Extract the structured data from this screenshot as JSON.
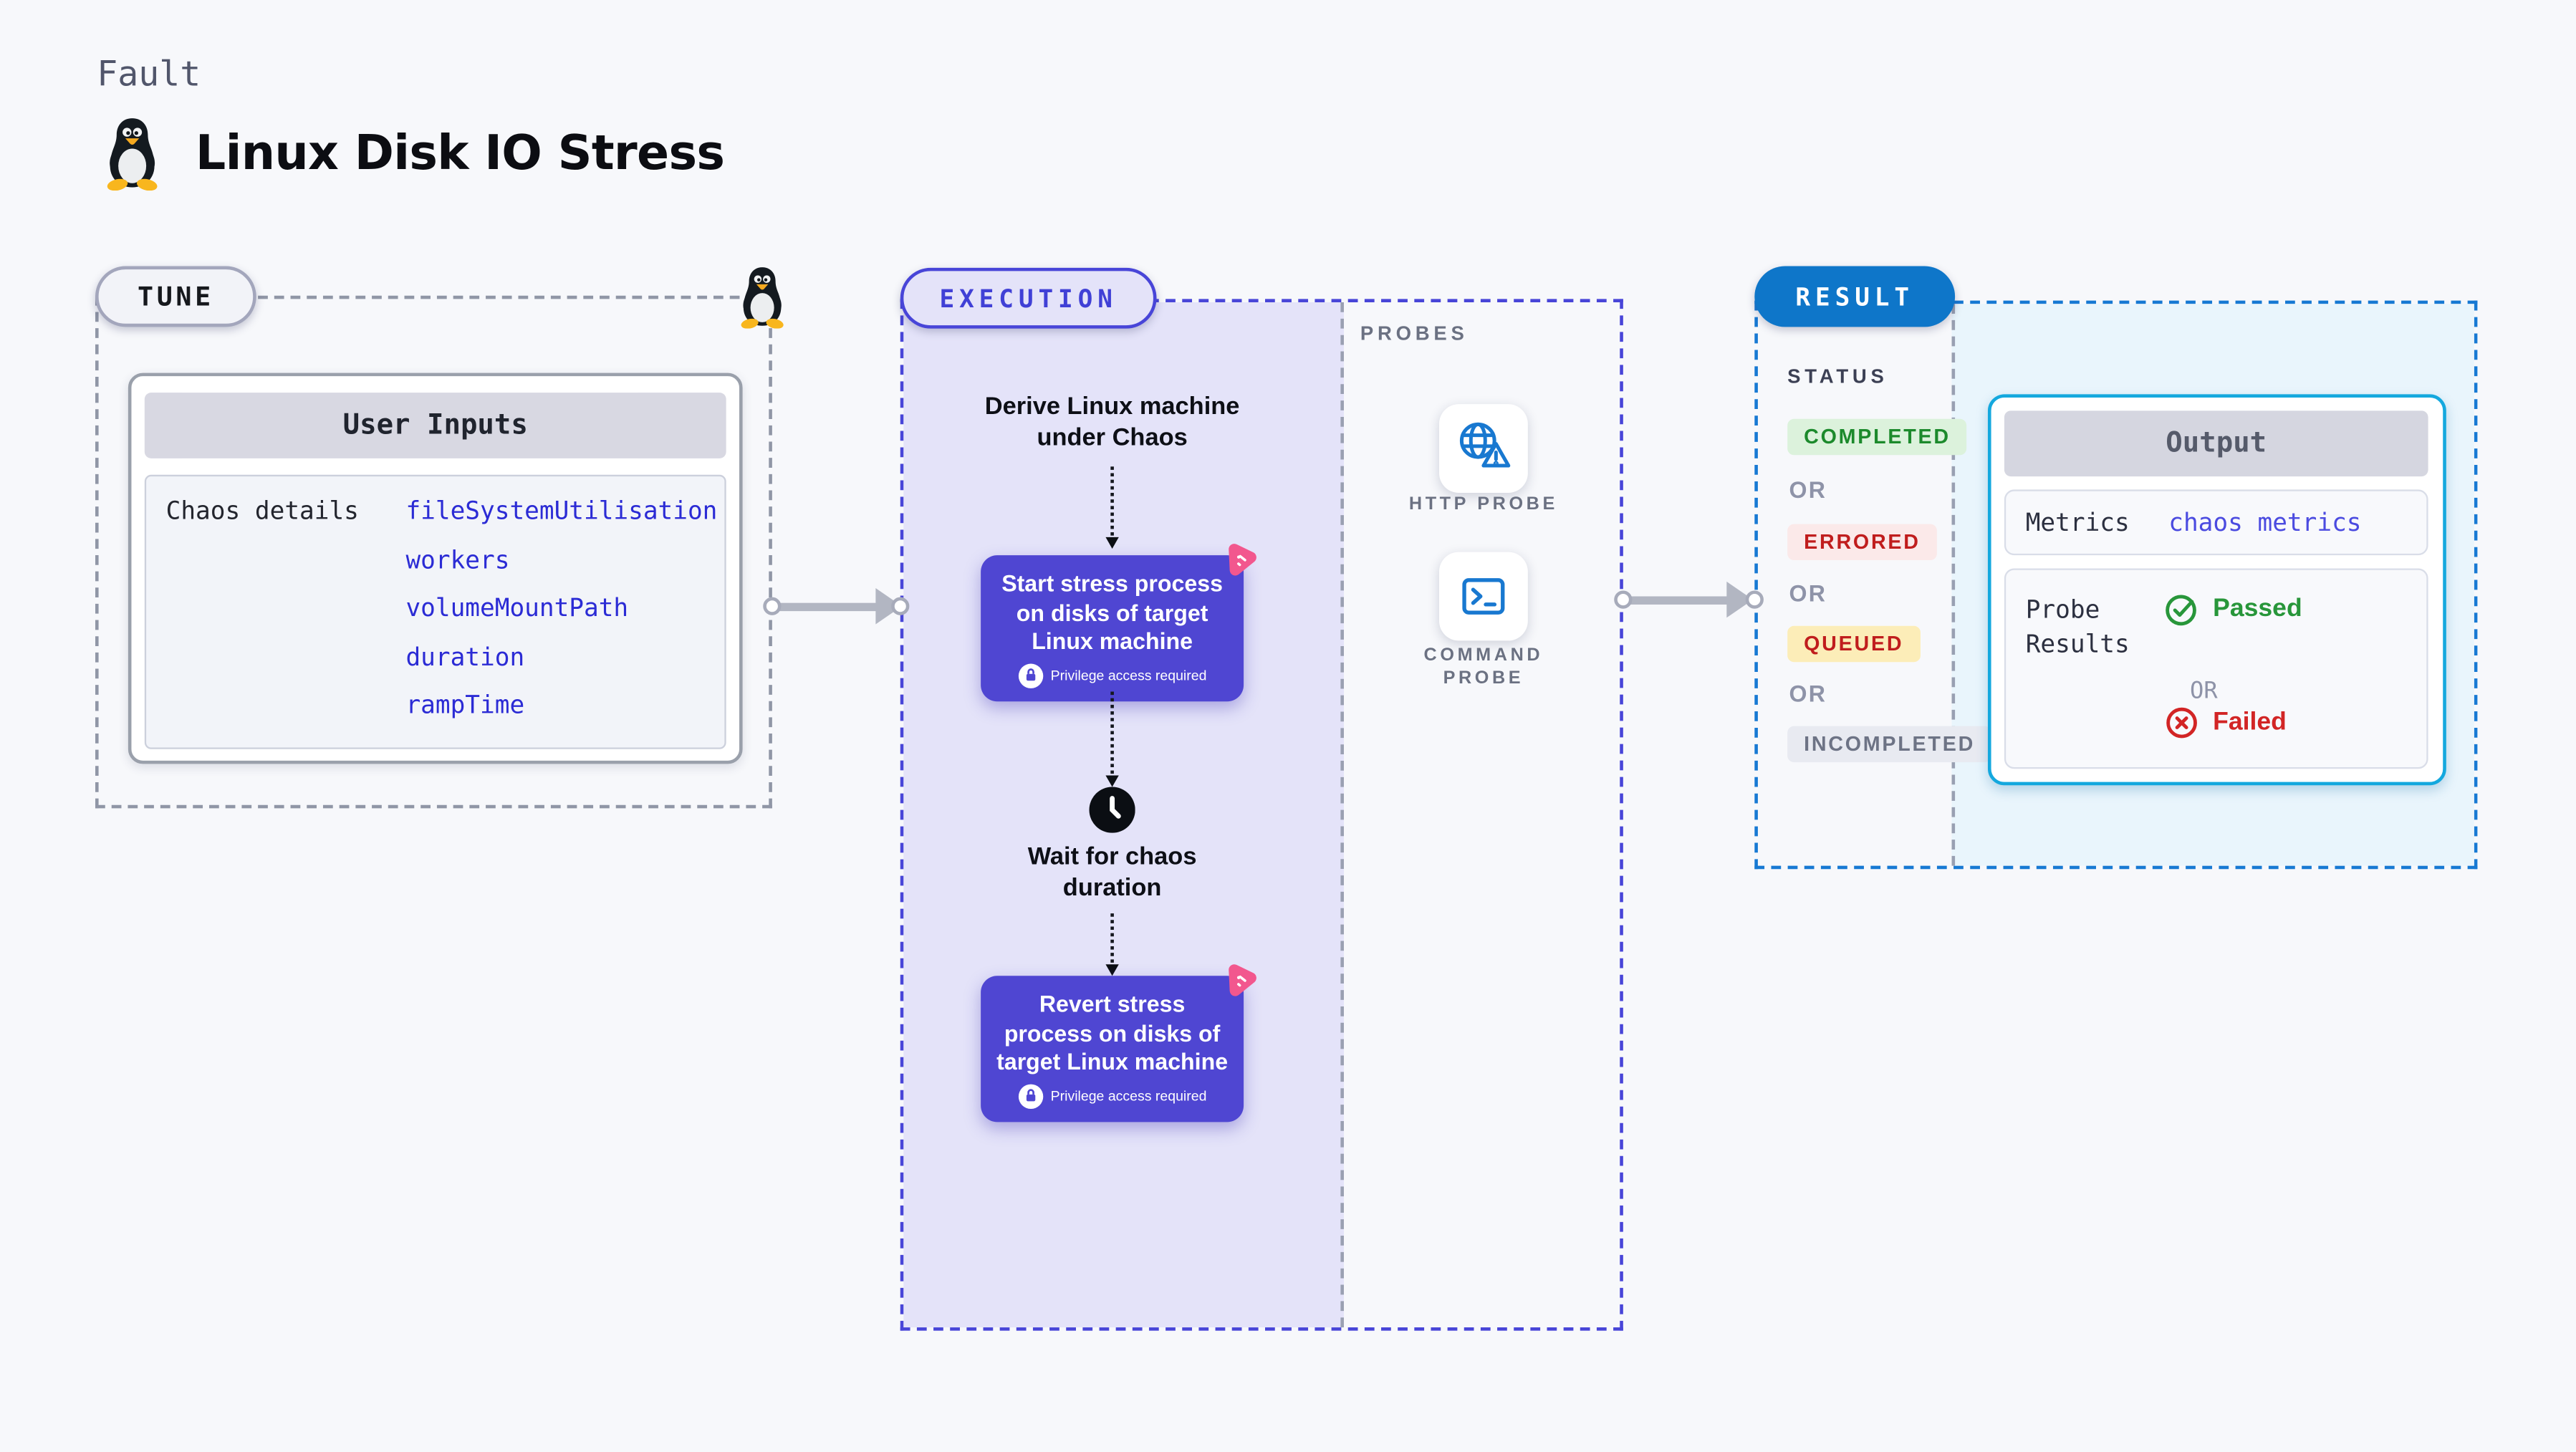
{
  "page": {
    "background": "#f7f8fb"
  },
  "header": {
    "eyebrow": "Fault",
    "title": "Linux Disk IO Stress"
  },
  "tune": {
    "badge": "TUNE",
    "user_inputs": {
      "header": "User Inputs",
      "row_label": "Chaos details",
      "params": [
        "fileSystemUtilisation",
        "workers",
        "volumeMountPath",
        "duration",
        "rampTime"
      ]
    }
  },
  "execution": {
    "badge": "EXECUTION",
    "derive_label": "Derive Linux machine under Chaos",
    "start_label": "Start stress process on disks of target Linux machine",
    "wait_label": "Wait for chaos duration",
    "revert_label": "Revert stress process on disks of target Linux machine",
    "privilege_label": "Privilege access required"
  },
  "probes": {
    "label": "PROBES",
    "items": [
      {
        "label": "HTTP PROBE",
        "icon": "globe-warning-icon"
      },
      {
        "label": "COMMAND PROBE",
        "icon": "terminal-icon"
      }
    ]
  },
  "result": {
    "badge": "RESULT",
    "status": {
      "label": "STATUS",
      "or": "OR",
      "items": [
        {
          "label": "COMPLETED",
          "fg": "#1c8a2c",
          "bg": "#dcf2dc"
        },
        {
          "label": "ERRORED",
          "fg": "#c01d1d",
          "bg": "#fbe9e9"
        },
        {
          "label": "QUEUED",
          "fg": "#c01d1d",
          "bg": "#fcedb8"
        },
        {
          "label": "INCOMPLETED",
          "fg": "#6d7385",
          "bg": "#e8eaf1"
        }
      ]
    },
    "output": {
      "header": "Output",
      "metrics_label": "Metrics",
      "metrics_value": "chaos metrics",
      "probe_results_label": "Probe Results",
      "passed": "Passed",
      "or": "OR",
      "failed": "Failed"
    }
  },
  "colors": {
    "accent_indigo": "#4845d8",
    "node_indigo": "#4f46d2",
    "execution_panel": "#e4e3f9",
    "result_pill_blue": "#0e76c9",
    "result_dash_blue": "#1779d3",
    "output_border_cyan": "#14a8de",
    "output_panel_blue": "#e9f5fc",
    "probe_icon_blue": "#1878d0",
    "param_blue": "#2b2bd5",
    "metrics_value_blue": "#4b4be0",
    "passed_green": "#28963a",
    "failed_red": "#d22525",
    "chaos_pink": "#f2578e"
  }
}
